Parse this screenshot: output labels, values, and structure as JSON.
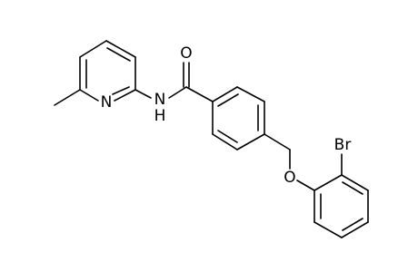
{
  "molecule": {
    "atom_labels": {
      "oxygen_carbonyl": "O",
      "nitrogen_pyridine": "N",
      "nitrogen_amide_n": "N",
      "nitrogen_amide_h": "H",
      "oxygen_ether": "O",
      "bromine": "Br"
    }
  },
  "colors": {
    "line": "#000000",
    "background": "#ffffff"
  }
}
